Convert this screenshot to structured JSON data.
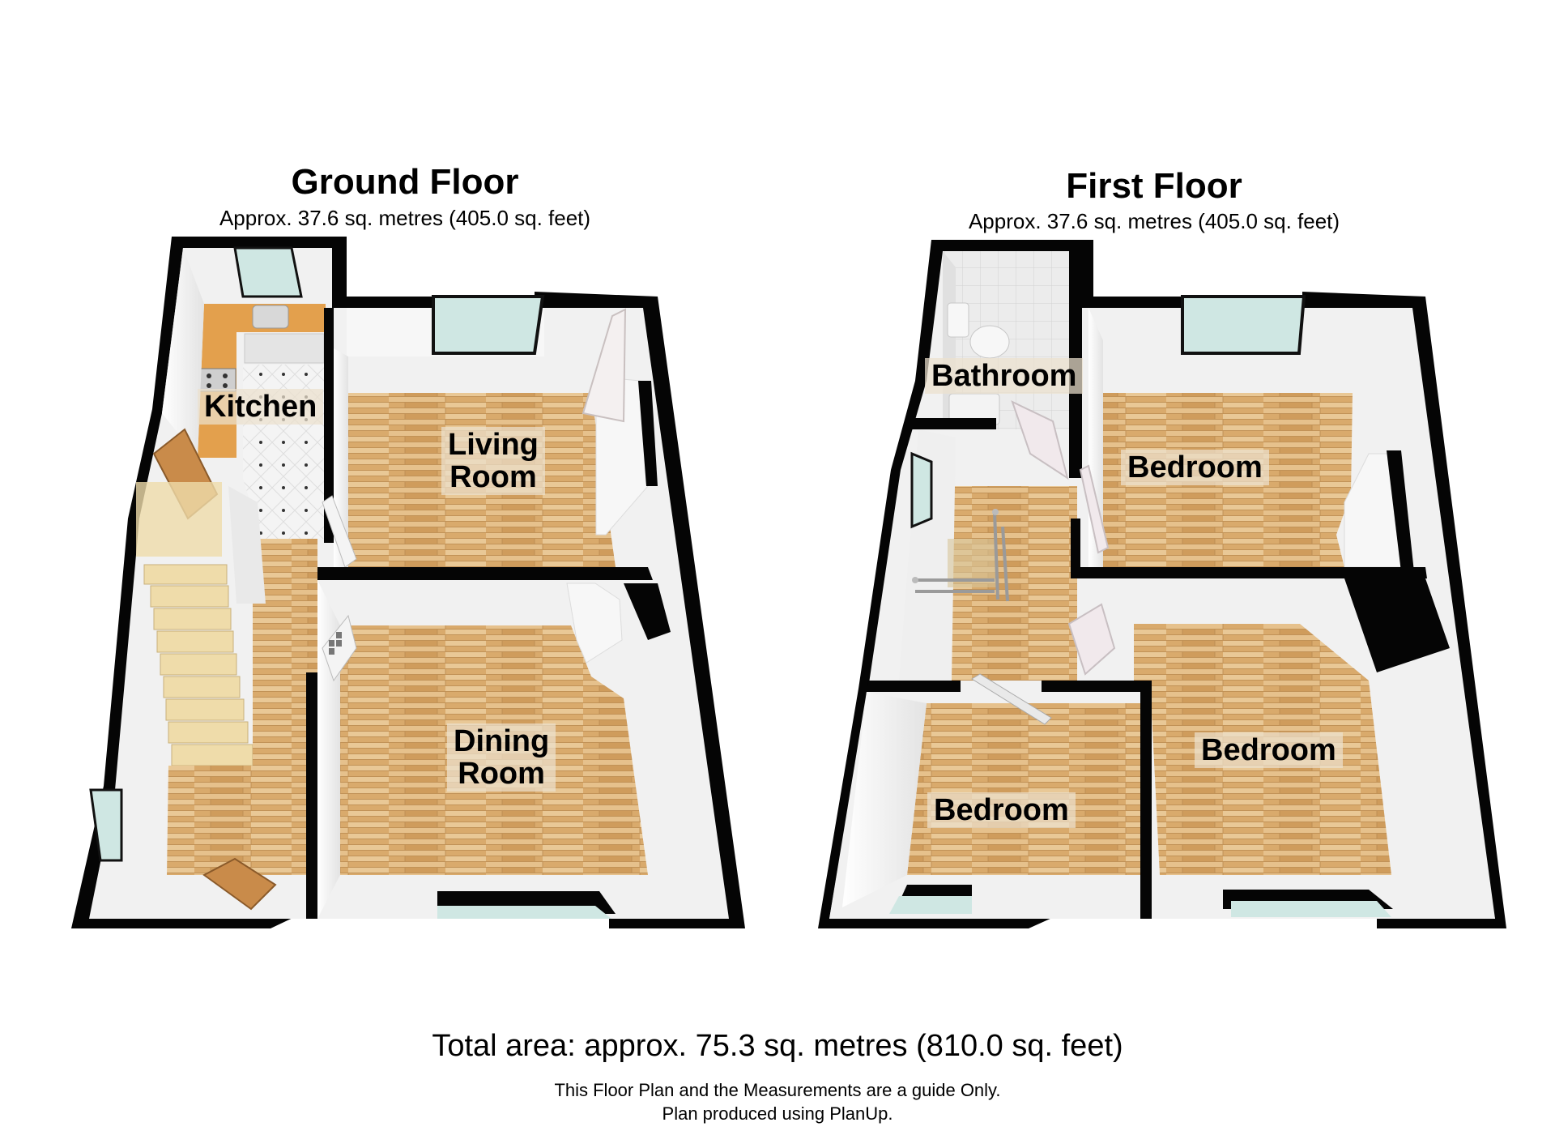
{
  "ground_floor": {
    "title": "Ground Floor",
    "area": "Approx. 37.6 sq. metres (405.0 sq. feet)",
    "rooms": [
      {
        "name": "Kitchen",
        "lines": [
          "Kitchen"
        ]
      },
      {
        "name": "Living Room",
        "lines": [
          "Living",
          "Room"
        ]
      },
      {
        "name": "Dining Room",
        "lines": [
          "Dining",
          "Room"
        ]
      }
    ]
  },
  "first_floor": {
    "title": "First Floor",
    "area": "Approx. 37.6 sq. metres (405.0 sq. feet)",
    "rooms": [
      {
        "name": "Bathroom",
        "lines": [
          "Bathroom"
        ]
      },
      {
        "name": "Bedroom",
        "lines": [
          "Bedroom"
        ]
      },
      {
        "name": "Bedroom",
        "lines": [
          "Bedroom"
        ]
      },
      {
        "name": "Bedroom",
        "lines": [
          "Bedroom"
        ]
      }
    ]
  },
  "footer": {
    "total_area": "Total area: approx. 75.3 sq. metres (810.0 sq. feet)",
    "disclaimer": "This Floor Plan and the Measurements are a guide Only.",
    "credit": "Plan produced using PlanUp."
  },
  "colors": {
    "wall": "#050505",
    "wall_inner": "#f2f2f2",
    "floor_wood": "#d9aa6c",
    "floor_wood_light": "#e8c797",
    "window_glass": "#cfe7e3",
    "kitchen_worktop": "#e3a04d",
    "kitchen_tile": "#f4f4f4",
    "stairs": "#efdcaa",
    "label_bg": "#ebe1cd"
  }
}
